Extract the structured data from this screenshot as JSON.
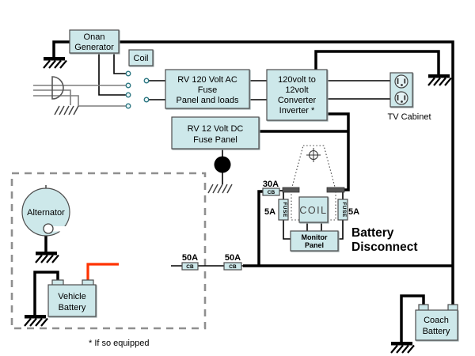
{
  "colors": {
    "background": "#ffffff",
    "box_fill": "#cde8ea",
    "box_stroke": "#4d4d4d",
    "wire_black": "#000000",
    "wire_gray": "#7d7d7d",
    "wire_red": "#ff3300",
    "dashed_border": "#8f8f8f",
    "terminal_bar": "#555555"
  },
  "diagram": {
    "generator": {
      "line1": "Onan",
      "line2": "Generator"
    },
    "ignition_coil": {
      "label": "Coil"
    },
    "ac_fuse_panel": {
      "line1": "RV 120 Volt AC",
      "line2": "Fuse",
      "line3": "Panel and loads"
    },
    "converter": {
      "line1": "120volt to",
      "line2": "12volt",
      "line3": "Converter",
      "line4": "Inverter *"
    },
    "tv_cabinet": {
      "label": "TV Cabinet"
    },
    "dc_fuse_panel": {
      "line1": "RV 12 Volt DC",
      "line2": "Fuse Panel"
    },
    "alternator": {
      "label": "Alternator"
    },
    "vehicle_battery": {
      "line1": "Vehicle",
      "line2": "Battery"
    },
    "coach_battery": {
      "line1": "Coach",
      "line2": "Battery"
    },
    "battery_disconnect": {
      "title_line1": "Battery",
      "title_line2": "Disconnect",
      "coil_label": "COIL",
      "monitor_panel_line1": "Monitor",
      "monitor_panel_line2": "Panel",
      "left_fuse_label": "FUSE",
      "right_fuse_label": "FUSE",
      "left_fuse_rating": "5A",
      "right_fuse_rating": "5A",
      "breaker_rating": "30A",
      "breaker_label": "CB"
    },
    "main_breakers": {
      "left_rating": "50A",
      "left_label": "CB",
      "right_rating": "50A",
      "right_label": "CB"
    },
    "footnote": "* If so equipped"
  }
}
